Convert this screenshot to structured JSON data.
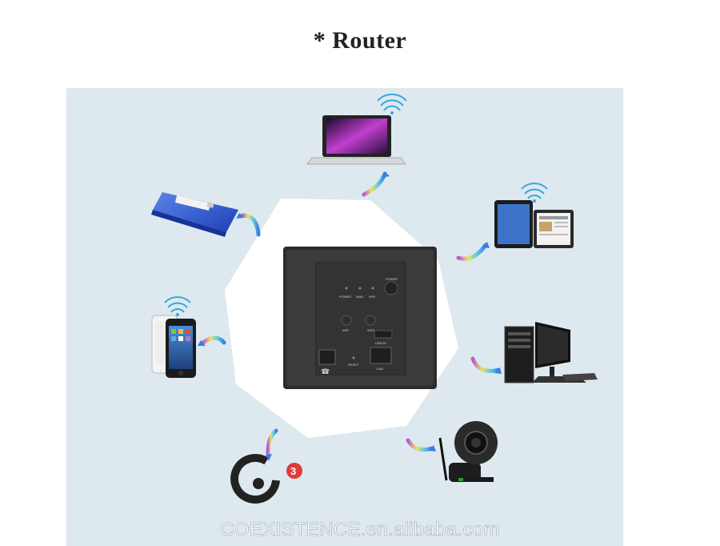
{
  "title": "* Router",
  "watermark": "COEXISTENCE.en.alibaba.com",
  "router": {
    "power_label": "POWER",
    "indicator_labels": [
      "POWER",
      "WAN",
      "WIFI"
    ],
    "button_labels": [
      "WIFI",
      "WPS"
    ],
    "usb_label": "USB 5V",
    "reset_label": "RESET",
    "lan_label": "LAN"
  },
  "devices": [
    "laptop",
    "tablets",
    "desktop-computer",
    "ip-camera",
    "3g-logo",
    "mobile-phone",
    "usb-modem"
  ],
  "logo_3g_text": "3",
  "colors": {
    "panel_background": "#dde9ee",
    "router_body": "#3a3a3a",
    "accent_blue": "#2a5bd7",
    "wifi_blue": "#3aa5e0"
  }
}
